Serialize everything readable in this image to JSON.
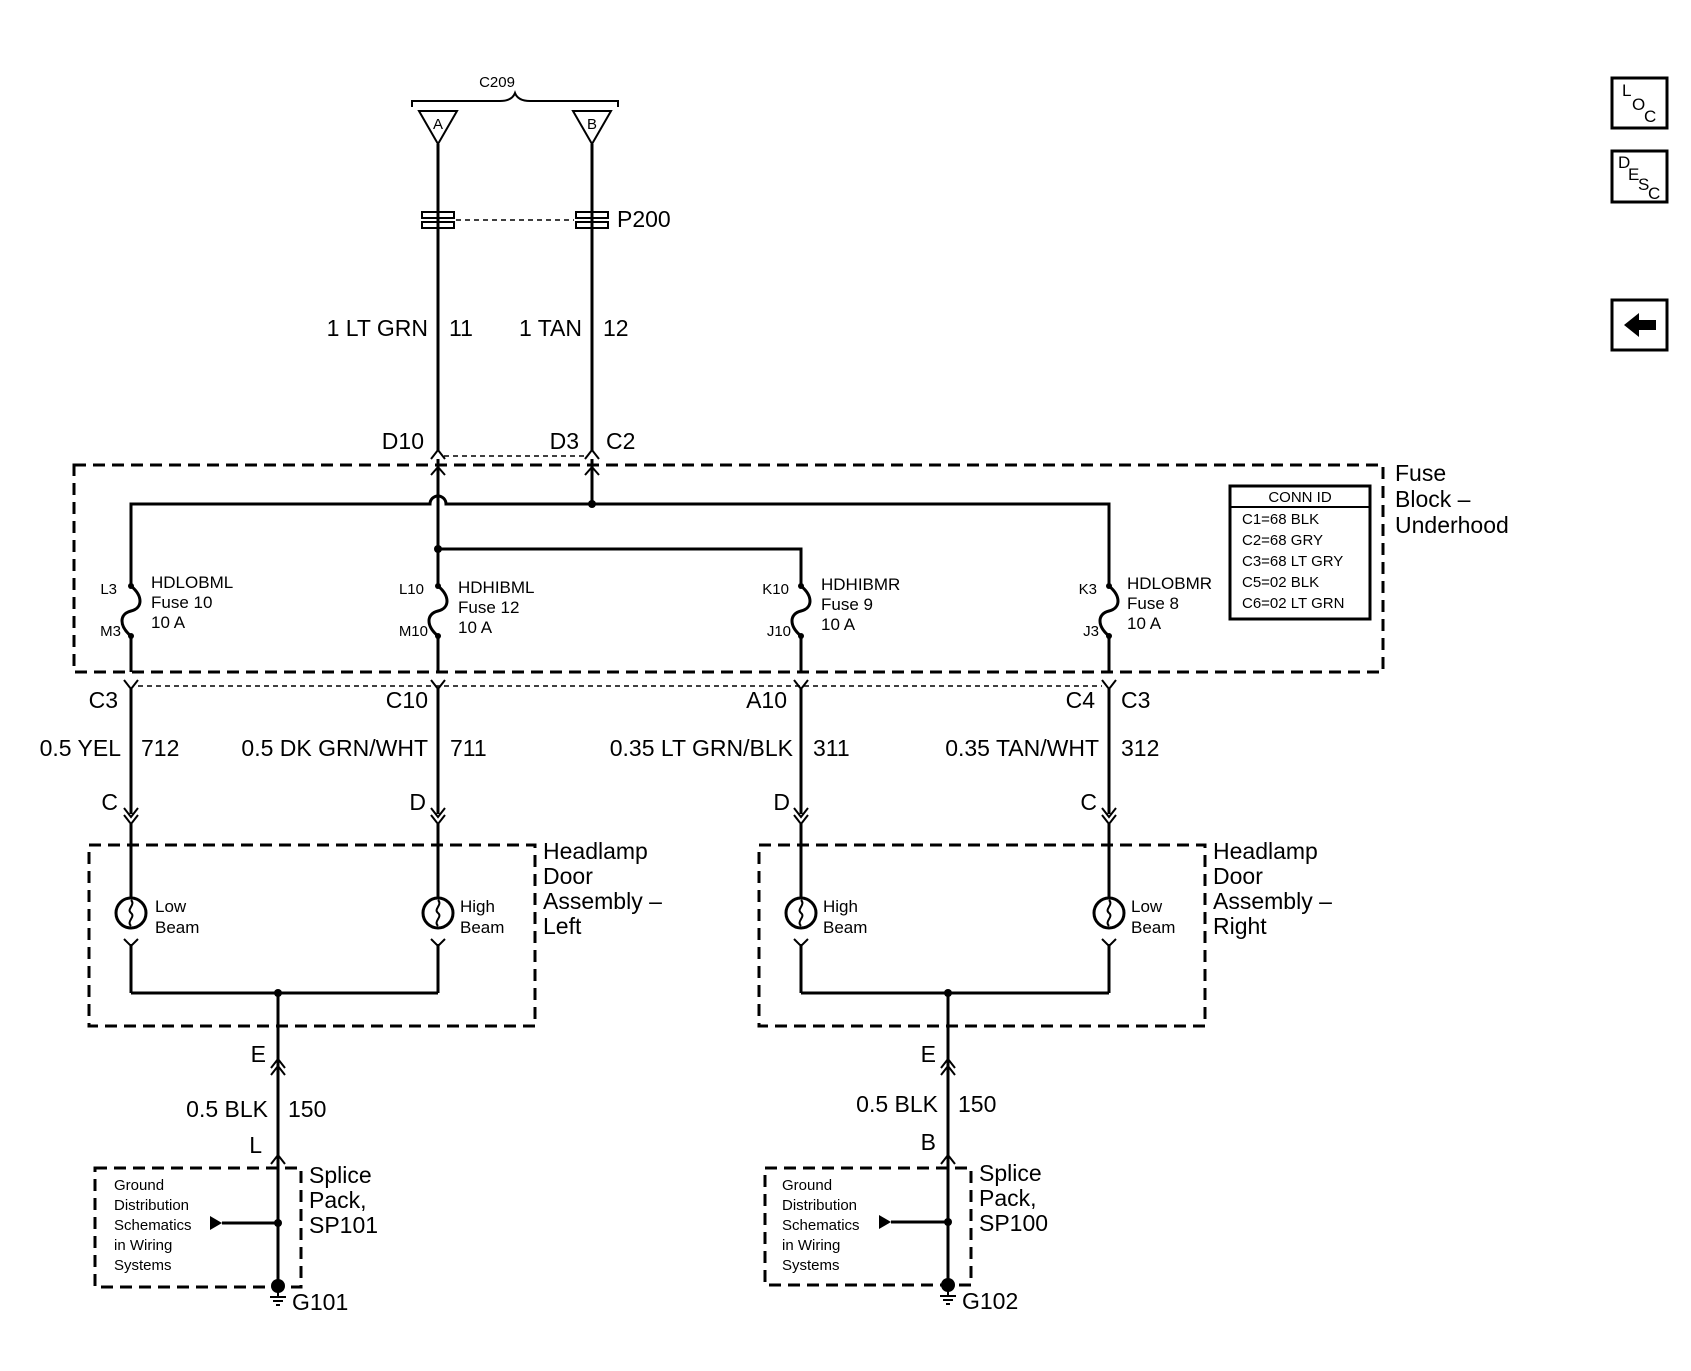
{
  "connectors": {
    "c209": "C209",
    "c209_a": "A",
    "c209_b": "B",
    "p200": "P200",
    "d10": "D10",
    "d3": "D3",
    "c2": "C2",
    "c3_left": "C3",
    "c10": "C10",
    "a10": "A10",
    "c4": "C4",
    "c3_right": "C3",
    "pin_c_left": "C",
    "pin_d_left": "D",
    "pin_d_right": "D",
    "pin_c_right": "C",
    "pin_e_left": "E",
    "pin_e_right": "E",
    "pin_l": "L",
    "pin_b": "B"
  },
  "wires": {
    "w11_label": "1 LT GRN",
    "w11_circuit": "11",
    "w12_label": "1 TAN",
    "w12_circuit": "12",
    "w712_label": "0.5 YEL",
    "w712_circuit": "712",
    "w711_label": "0.5 DK GRN/WHT",
    "w711_circuit": "711",
    "w311_label": "0.35 LT GRN/BLK",
    "w311_circuit": "311",
    "w312_label": "0.35 TAN/WHT",
    "w312_circuit": "312",
    "w150_left_label": "0.5 BLK",
    "w150_left_circuit": "150",
    "w150_right_label": "0.5 BLK",
    "w150_right_circuit": "150"
  },
  "fuse_block": {
    "title_1": "Fuse",
    "title_2": "Block –",
    "title_3": "Underhood",
    "fuses": [
      {
        "name": "HDLOBML",
        "fuse": "Fuse 10",
        "amps": "10 A",
        "pin_in": "L3",
        "pin_out": "M3"
      },
      {
        "name": "HDHIBML",
        "fuse": "Fuse 12",
        "amps": "10 A",
        "pin_in": "L10",
        "pin_out": "M10"
      },
      {
        "name": "HDHIBMR",
        "fuse": "Fuse 9",
        "amps": "10 A",
        "pin_in": "K10",
        "pin_out": "J10"
      },
      {
        "name": "HDLOBMR",
        "fuse": "Fuse 8",
        "amps": "10 A",
        "pin_in": "K3",
        "pin_out": "J3"
      }
    ]
  },
  "conn_id": {
    "header": "CONN ID",
    "rows": [
      "C1=68 BLK",
      "C2=68 GRY",
      "C3=68 LT GRY",
      "C5=02 BLK",
      "C6=02 LT GRN"
    ]
  },
  "headlamp_left": {
    "title_1": "Headlamp",
    "title_2": "Door",
    "title_3": "Assembly –",
    "title_4": "Left",
    "lamp1_l1": "Low",
    "lamp1_l2": "Beam",
    "lamp2_l1": "High",
    "lamp2_l2": "Beam"
  },
  "headlamp_right": {
    "title_1": "Headlamp",
    "title_2": "Door",
    "title_3": "Assembly –",
    "title_4": "Right",
    "lamp1_l1": "High",
    "lamp1_l2": "Beam",
    "lamp2_l1": "Low",
    "lamp2_l2": "Beam"
  },
  "splice_left": {
    "title_1": "Splice",
    "title_2": "Pack,",
    "title_3": "SP101",
    "ref": [
      "Ground",
      "Distribution",
      "Schematics",
      "in Wiring",
      "Systems"
    ],
    "ground": "G101"
  },
  "splice_right": {
    "title_1": "Splice",
    "title_2": "Pack,",
    "title_3": "SP100",
    "ref": [
      "Ground",
      "Distribution",
      "Schematics",
      "in Wiring",
      "Systems"
    ],
    "ground": "G102"
  },
  "nav": {
    "loc": [
      "L",
      "O",
      "C"
    ],
    "desc": [
      "D",
      "E",
      "S",
      "C"
    ]
  }
}
